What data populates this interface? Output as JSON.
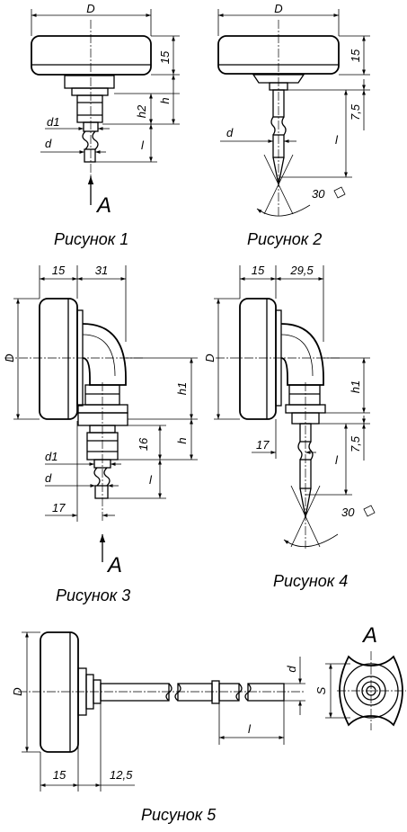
{
  "captions": {
    "fig1": "Рисунок 1",
    "fig2": "Рисунок 2",
    "fig3": "Рисунок 3",
    "fig4": "Рисунок 4",
    "fig5": "Рисунок 5"
  },
  "view_letter": "A",
  "labels": {
    "D": "D",
    "d": "d",
    "d1": "d1",
    "h": "h",
    "h1": "h1",
    "h2": "h2",
    "l": "l",
    "S": "S"
  },
  "dimensions": {
    "v15": "15",
    "v31": "31",
    "v29_5": "29,5",
    "v16": "16",
    "v17": "17",
    "v7_5": "7,5",
    "v12_5": "12,5",
    "v30": "30"
  }
}
